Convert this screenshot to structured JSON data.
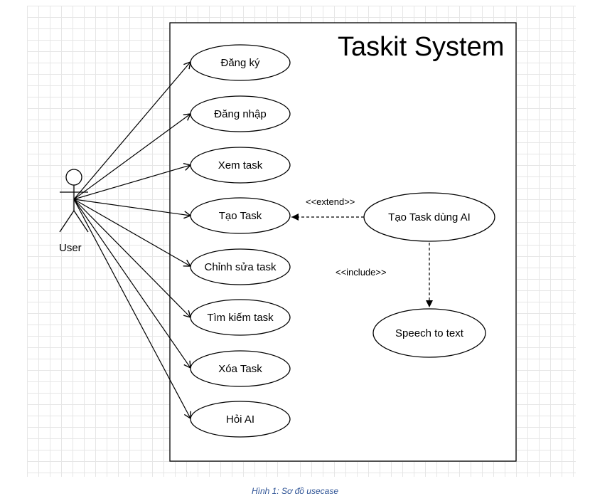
{
  "diagram": {
    "system_title": "Taskit System",
    "actor": {
      "label": "User"
    },
    "use_cases": [
      {
        "id": "dang-ky",
        "label": "Đăng ký"
      },
      {
        "id": "dang-nhap",
        "label": "Đăng nhập"
      },
      {
        "id": "xem-task",
        "label": "Xem task"
      },
      {
        "id": "tao-task",
        "label": "Tạo Task"
      },
      {
        "id": "chinh-sua-task",
        "label": "Chỉnh sửa task"
      },
      {
        "id": "tim-kiem-task",
        "label": "Tìm kiếm task"
      },
      {
        "id": "xoa-task",
        "label": "Xóa Task"
      },
      {
        "id": "hoi-ai",
        "label": "Hỏi AI"
      },
      {
        "id": "tao-task-ai",
        "label": "Tạo Task dùng AI"
      },
      {
        "id": "speech-to-text",
        "label": "Speech to text"
      }
    ],
    "relations": {
      "extend_label": "<<extend>>",
      "include_label": "<<include>>"
    }
  },
  "caption": "Hình 1: Sơ đồ usecase"
}
